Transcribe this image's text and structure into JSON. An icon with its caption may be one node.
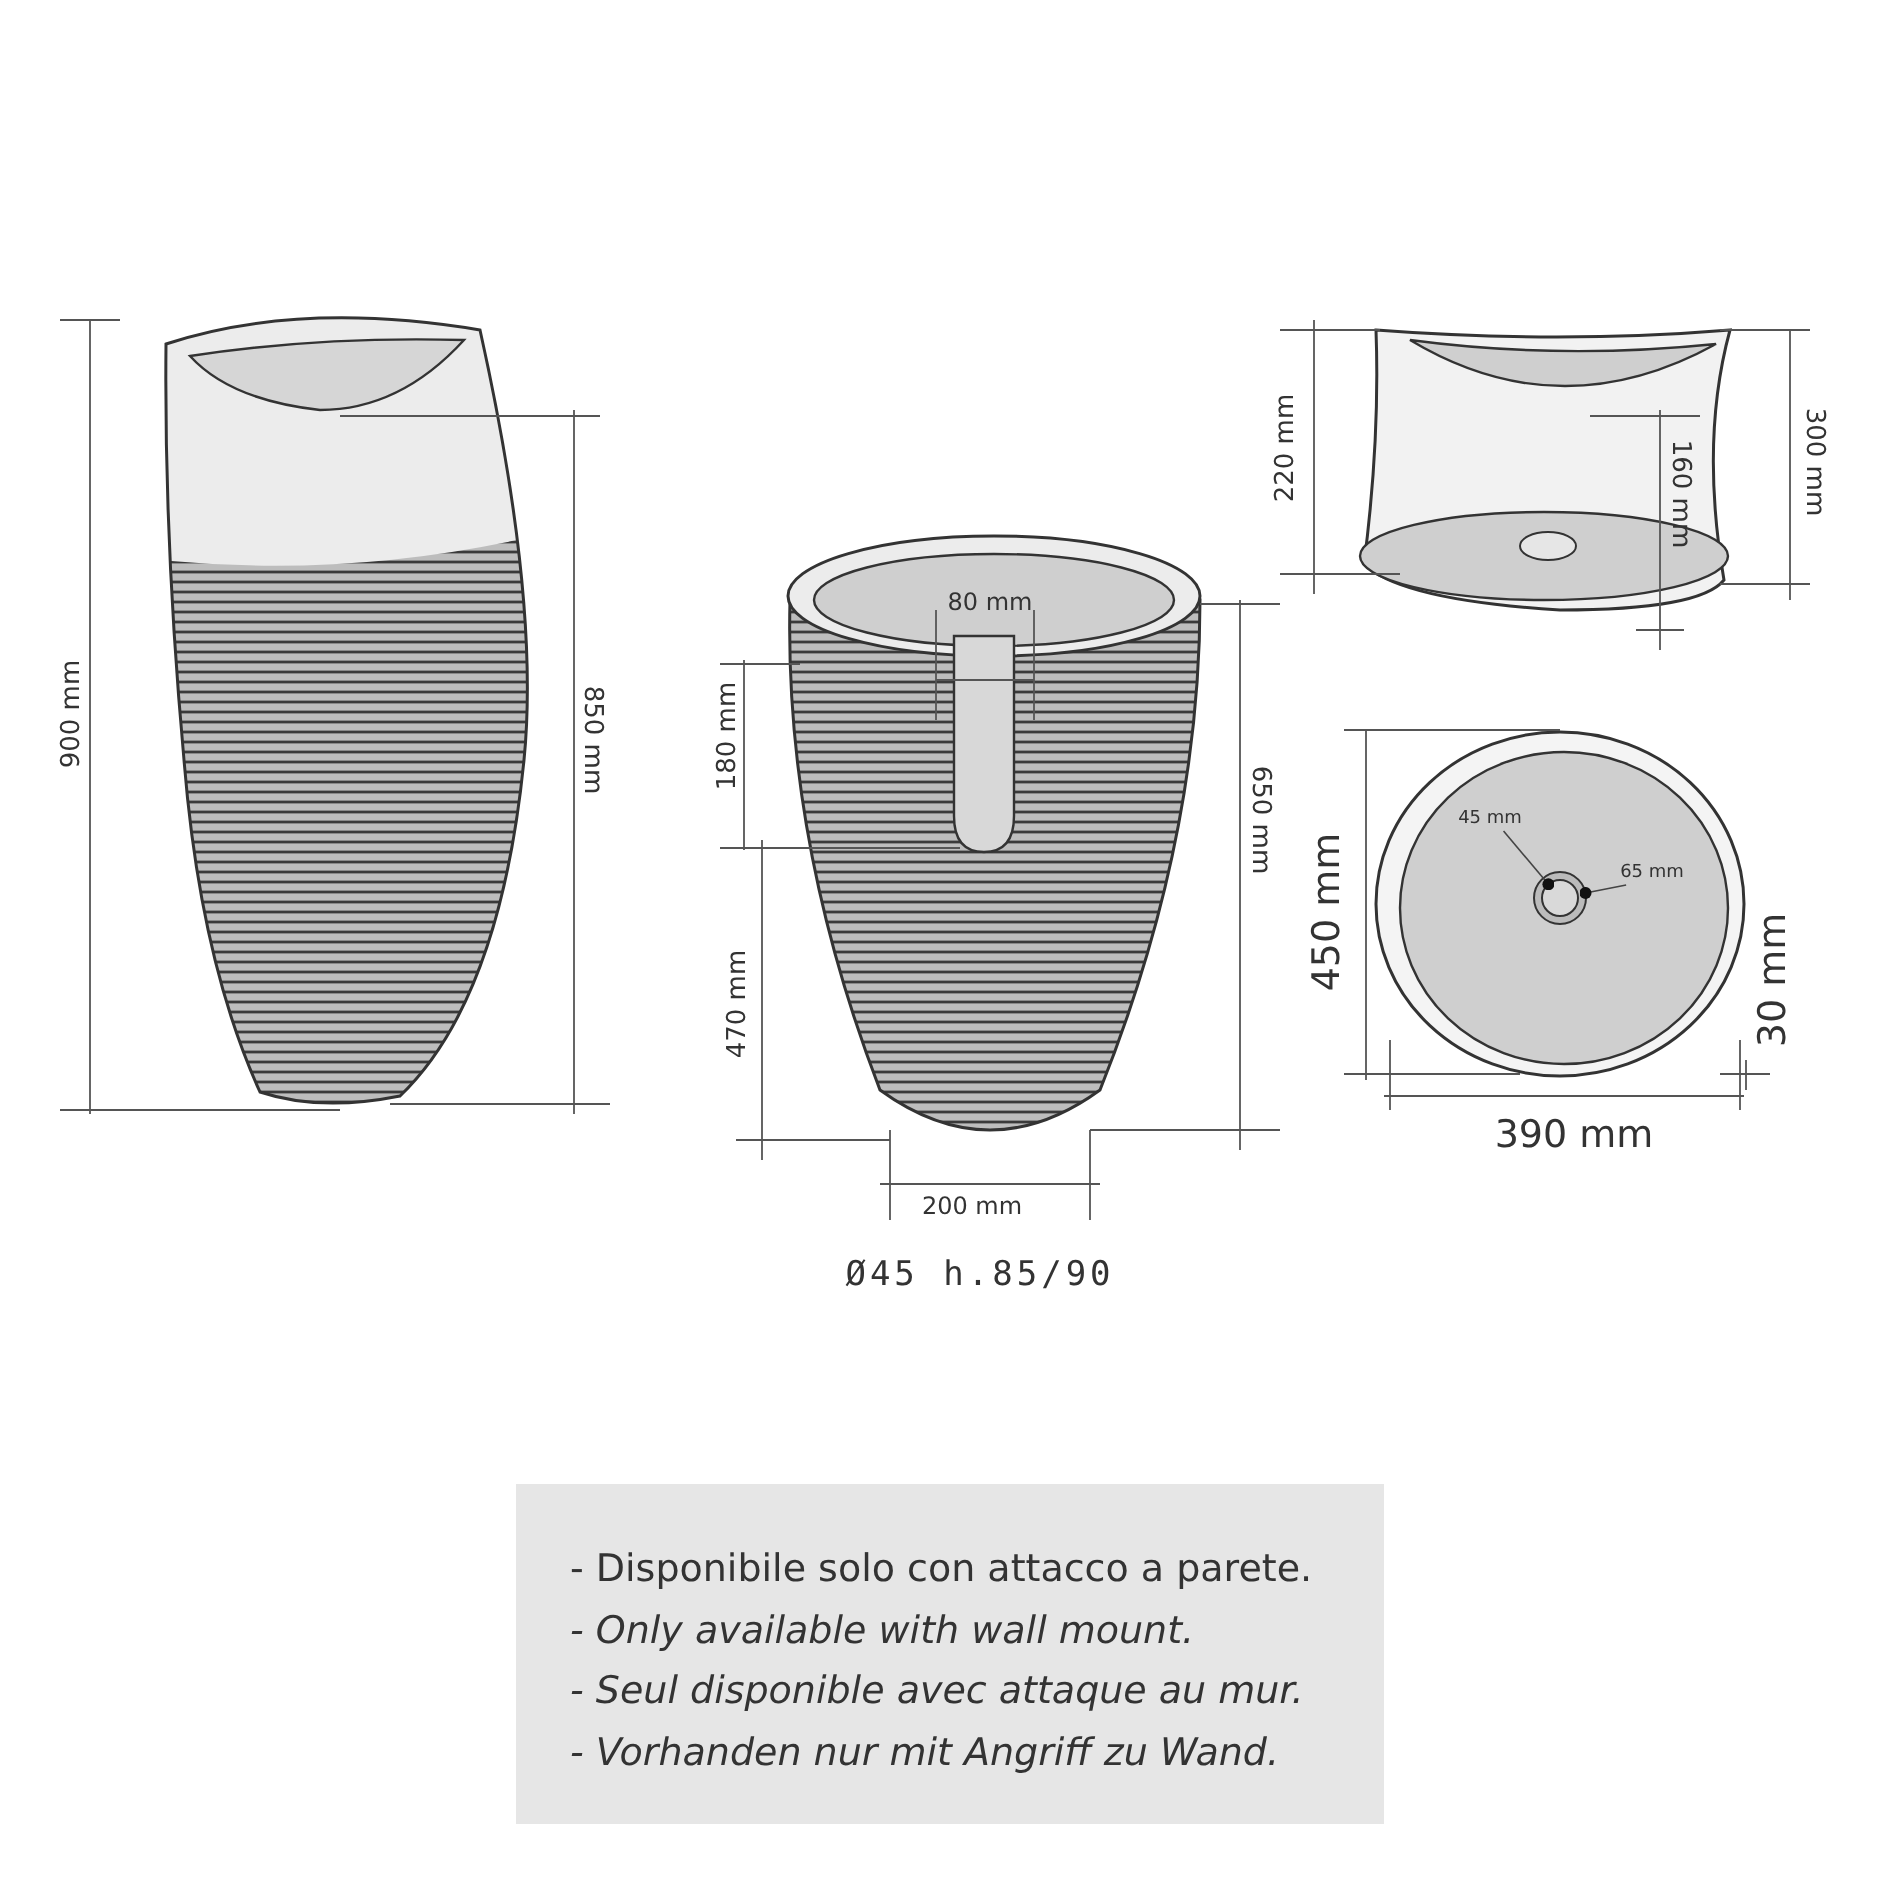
{
  "diagram": {
    "nodes": [
      {
        "text": [
          "45 mm"
        ]
      },
      {
        "text": [
          "65 mm"
        ]
      },
      {
        "text": [],
        "shape": "circle"
      },
      {
        "text": [],
        "shape": "circle",
        "in": 2
      }
    ],
    "edges": [
      {
        "from": 0,
        "to": 3,
        "arrow": "other"
      },
      {
        "from": 1,
        "to": 2,
        "arrow": "other"
      }
    ],
    "labels": [
      "900 mm",
      "850 mm",
      "80 mm",
      "180 mm",
      "650 mm",
      "470 mm",
      "200 mm",
      "220 mm",
      "160 mm",
      "300 mm",
      "450 mm",
      "30 mm",
      "390 mm",
      "Ø45 h.85/90",
      "- Disponibile solo con attacco a parete.",
      "- Only available with wall mount.",
      "- Seul disponible avec attaque au mur.",
      "- Vorhanden nur mit Angriff zu Wand."
    ]
  }
}
